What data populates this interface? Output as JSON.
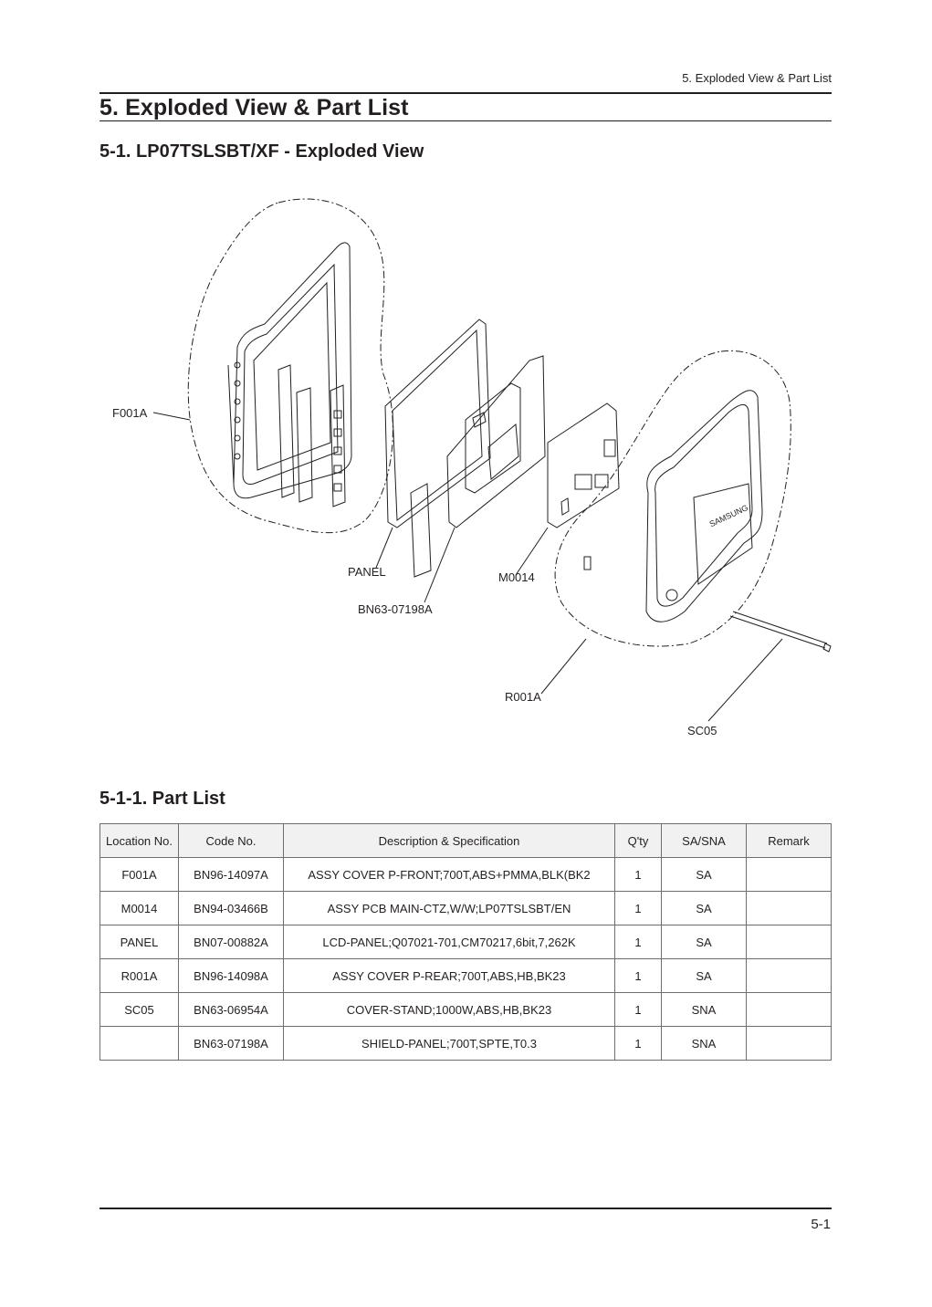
{
  "header": {
    "running_head": "5. Exploded View & Part List"
  },
  "title": "5. Exploded View & Part List",
  "section_view": "5-1. LP07TSLSBT/XF - Exploded View",
  "diagram": {
    "callouts": {
      "f001a": "F001A",
      "panel": "PANEL",
      "shield": "BN63-07198A",
      "m0014": "M0014",
      "r001a": "R001A",
      "sc05": "SC05"
    },
    "logo_text": "SAMSUNG"
  },
  "section_parts": "5-1-1. Part List",
  "table": {
    "headers": [
      "Location No.",
      "Code No.",
      "Description & Specification",
      "Q'ty",
      "SA/SNA",
      "Remark"
    ],
    "rows": [
      [
        "F001A",
        "BN96-14097A",
        "ASSY COVER P-FRONT;700T,ABS+PMMA,BLK(BK2",
        "1",
        "SA",
        ""
      ],
      [
        "M0014",
        "BN94-03466B",
        "ASSY PCB MAIN-CTZ,W/W;LP07TSLSBT/EN",
        "1",
        "SA",
        ""
      ],
      [
        "PANEL",
        "BN07-00882A",
        "LCD-PANEL;Q07021-701,CM70217,6bit,7,262K",
        "1",
        "SA",
        ""
      ],
      [
        "R001A",
        "BN96-14098A",
        "ASSY COVER P-REAR;700T,ABS,HB,BK23",
        "1",
        "SA",
        ""
      ],
      [
        "SC05",
        "BN63-06954A",
        "COVER-STAND;1000W,ABS,HB,BK23",
        "1",
        "SNA",
        ""
      ],
      [
        "",
        "BN63-07198A",
        "SHIELD-PANEL;700T,SPTE,T0.3",
        "1",
        "SNA",
        ""
      ]
    ]
  },
  "footer": {
    "page_number": "5-1"
  }
}
